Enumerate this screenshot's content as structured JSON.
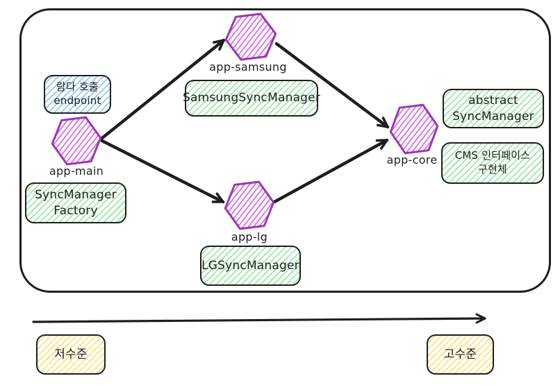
{
  "colors": {
    "ink": "#1e1e1e",
    "purple_stroke": "#9c36b5",
    "purple_hatch": "#d87ae8",
    "green_hatch": "#9fe8ac",
    "blue_hatch": "#8ecbf8",
    "yellow_hatch": "#ffe07d",
    "bg": "#ffffff"
  },
  "nodes": {
    "app_main": "app-main",
    "app_samsung": "app-samsung",
    "app_lg": "app-lg",
    "app_core": "app-core"
  },
  "edges": [
    {
      "from": "app-main",
      "to": "app-samsung"
    },
    {
      "from": "app-main",
      "to": "app-lg"
    },
    {
      "from": "app-samsung",
      "to": "app-core"
    },
    {
      "from": "app-lg",
      "to": "app-core"
    }
  ],
  "notes": {
    "endpoint": {
      "line1": "람다 호출",
      "line2": "endpoint"
    },
    "factory": {
      "line1": "SyncManager",
      "line2": "Factory"
    },
    "samsung": {
      "line1": "SamsungSyncManager"
    },
    "lg": {
      "line1": "LGSyncManager"
    },
    "abstract": {
      "line1": "abstract",
      "line2": "SyncManager"
    },
    "cms": {
      "line1": "CMS 인터페이스",
      "line2": "구현체"
    }
  },
  "axis": {
    "low": "저수준",
    "high": "고수준"
  }
}
